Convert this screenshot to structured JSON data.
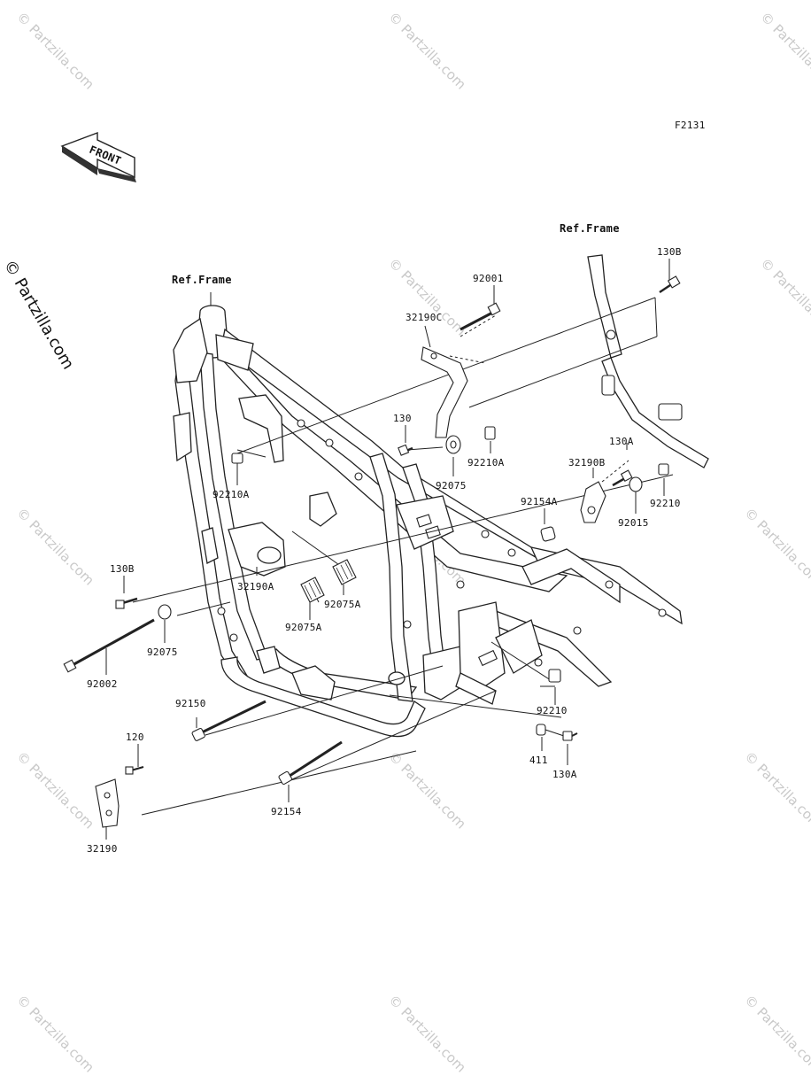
{
  "diagram_code": "F2131",
  "front_arrow_label": "FRONT",
  "watermark": "© Partzilla.com",
  "side_watermark": "© Partzilla.com",
  "labels": {
    "ref_frame_left": "Ref.Frame",
    "ref_frame_right": "Ref.Frame",
    "p92001": "92001",
    "p32190C": "32190C",
    "p130B_top": "130B",
    "p130": "130",
    "p92210A_mid": "92210A",
    "p92075_mid": "92075",
    "p130A_top": "130A",
    "p32190B": "32190B",
    "p92154A": "92154A",
    "p92210_right": "92210",
    "p92015": "92015",
    "p92210A_left": "92210A",
    "p130B_left": "130B",
    "p32190A": "32190A",
    "p92075A_a": "92075A",
    "p92075A_b": "92075A",
    "p92075_left": "92075",
    "p92002": "92002",
    "p92150": "92150",
    "p92210_low": "92210",
    "p120": "120",
    "p411": "411",
    "p130A_low": "130A",
    "p92154": "92154",
    "p32190": "32190"
  }
}
